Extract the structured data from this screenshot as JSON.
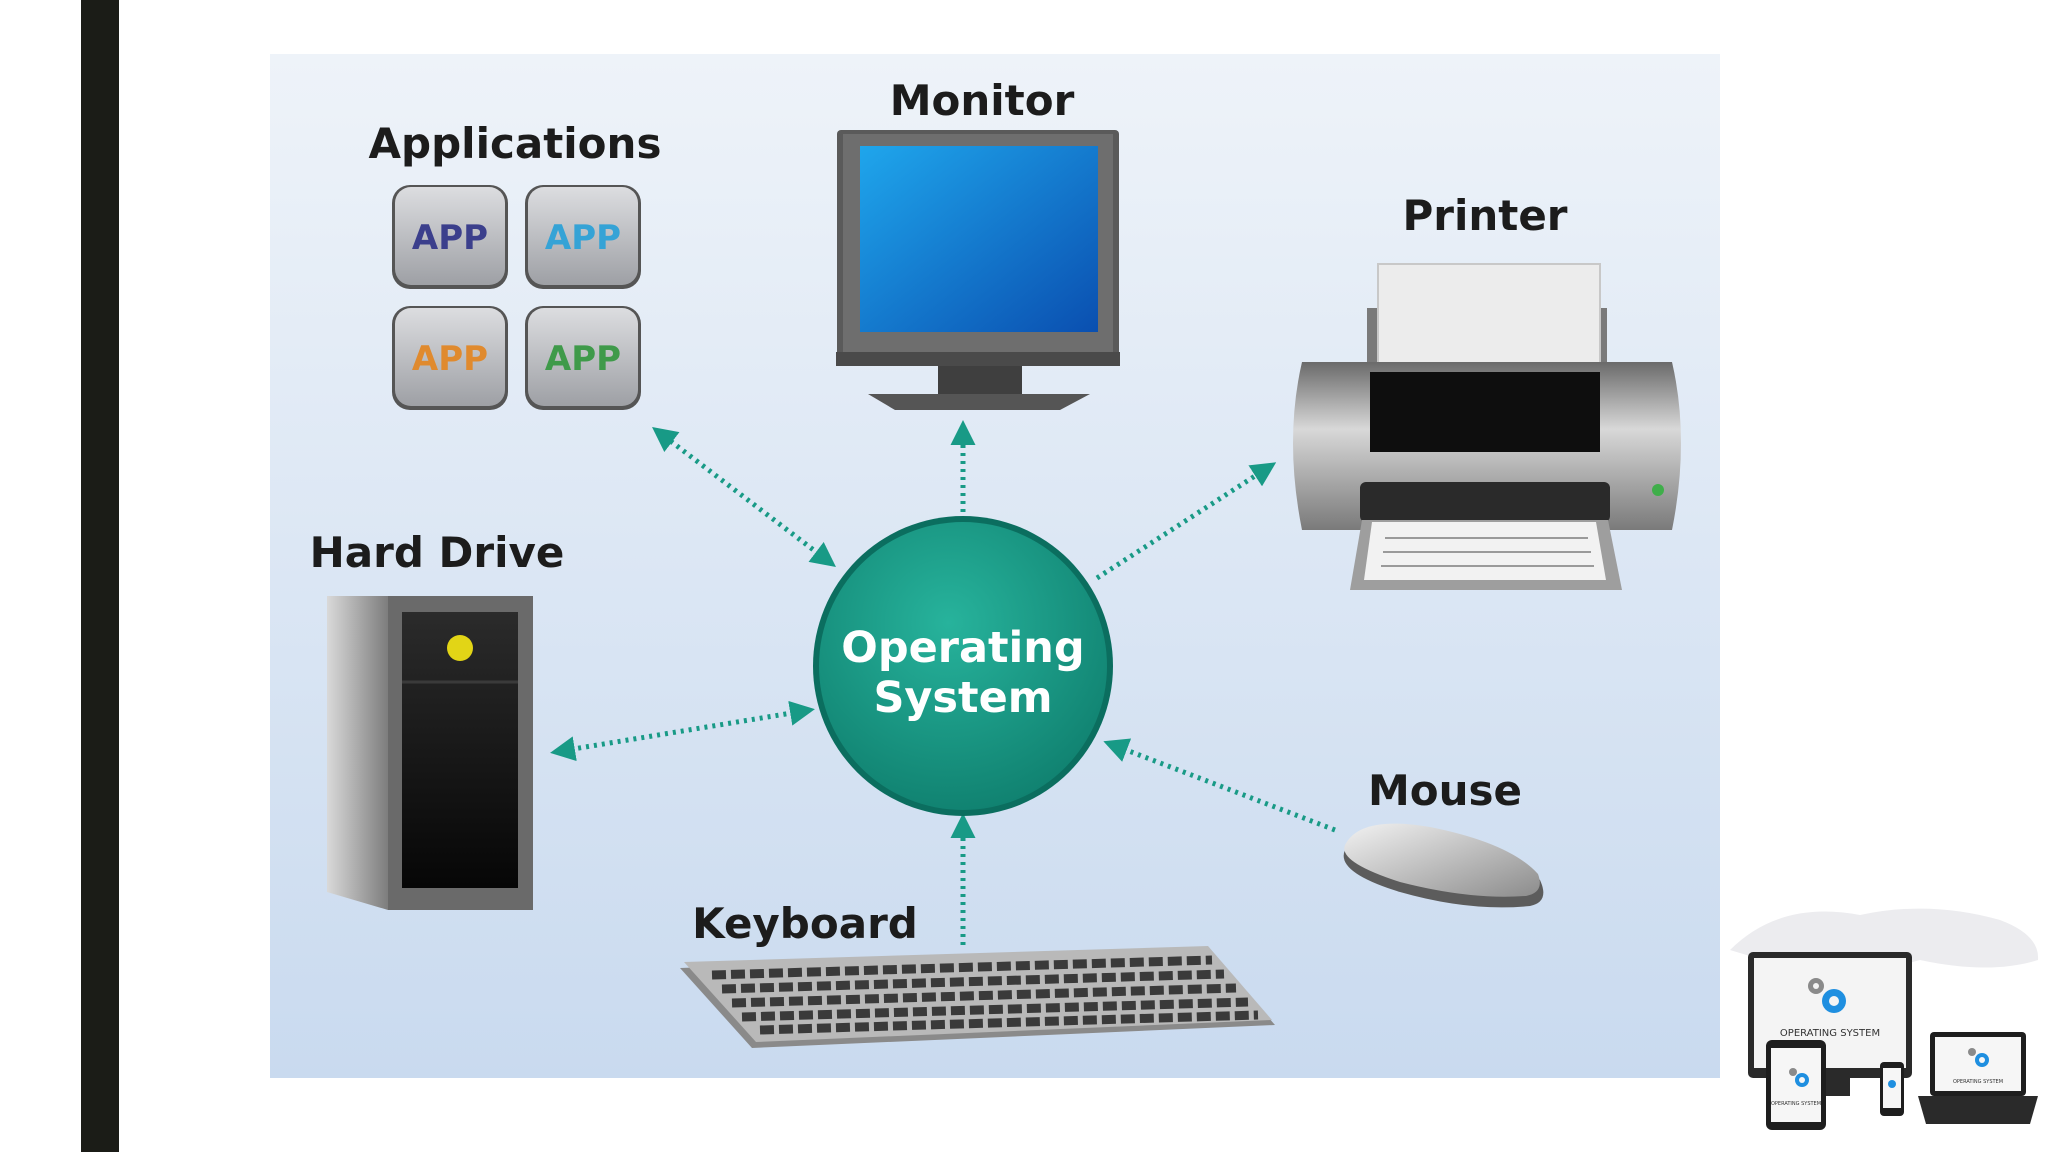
{
  "diagram": {
    "center": {
      "line1": "Operating",
      "line2": "System"
    },
    "nodes": {
      "applications": "Applications",
      "monitor": "Monitor",
      "printer": "Printer",
      "hard_drive": "Hard Drive",
      "mouse": "Mouse",
      "keyboard": "Keyboard"
    },
    "app_icons": [
      {
        "label": "APP",
        "color": "#3b3f8c"
      },
      {
        "label": "APP",
        "color": "#35a3d6"
      },
      {
        "label": "APP",
        "color": "#e08a2e"
      },
      {
        "label": "APP",
        "color": "#3f9a4a"
      }
    ],
    "colors": {
      "accent": "#189a86",
      "background": "#d6e3f2",
      "sidebar": "#1b1c17"
    }
  },
  "thumbnail": {
    "main_label": "OPERATING SYSTEM",
    "tablet_label": "OPERATING SYSTEM",
    "laptop_label": "OPERATING SYSTEM"
  }
}
